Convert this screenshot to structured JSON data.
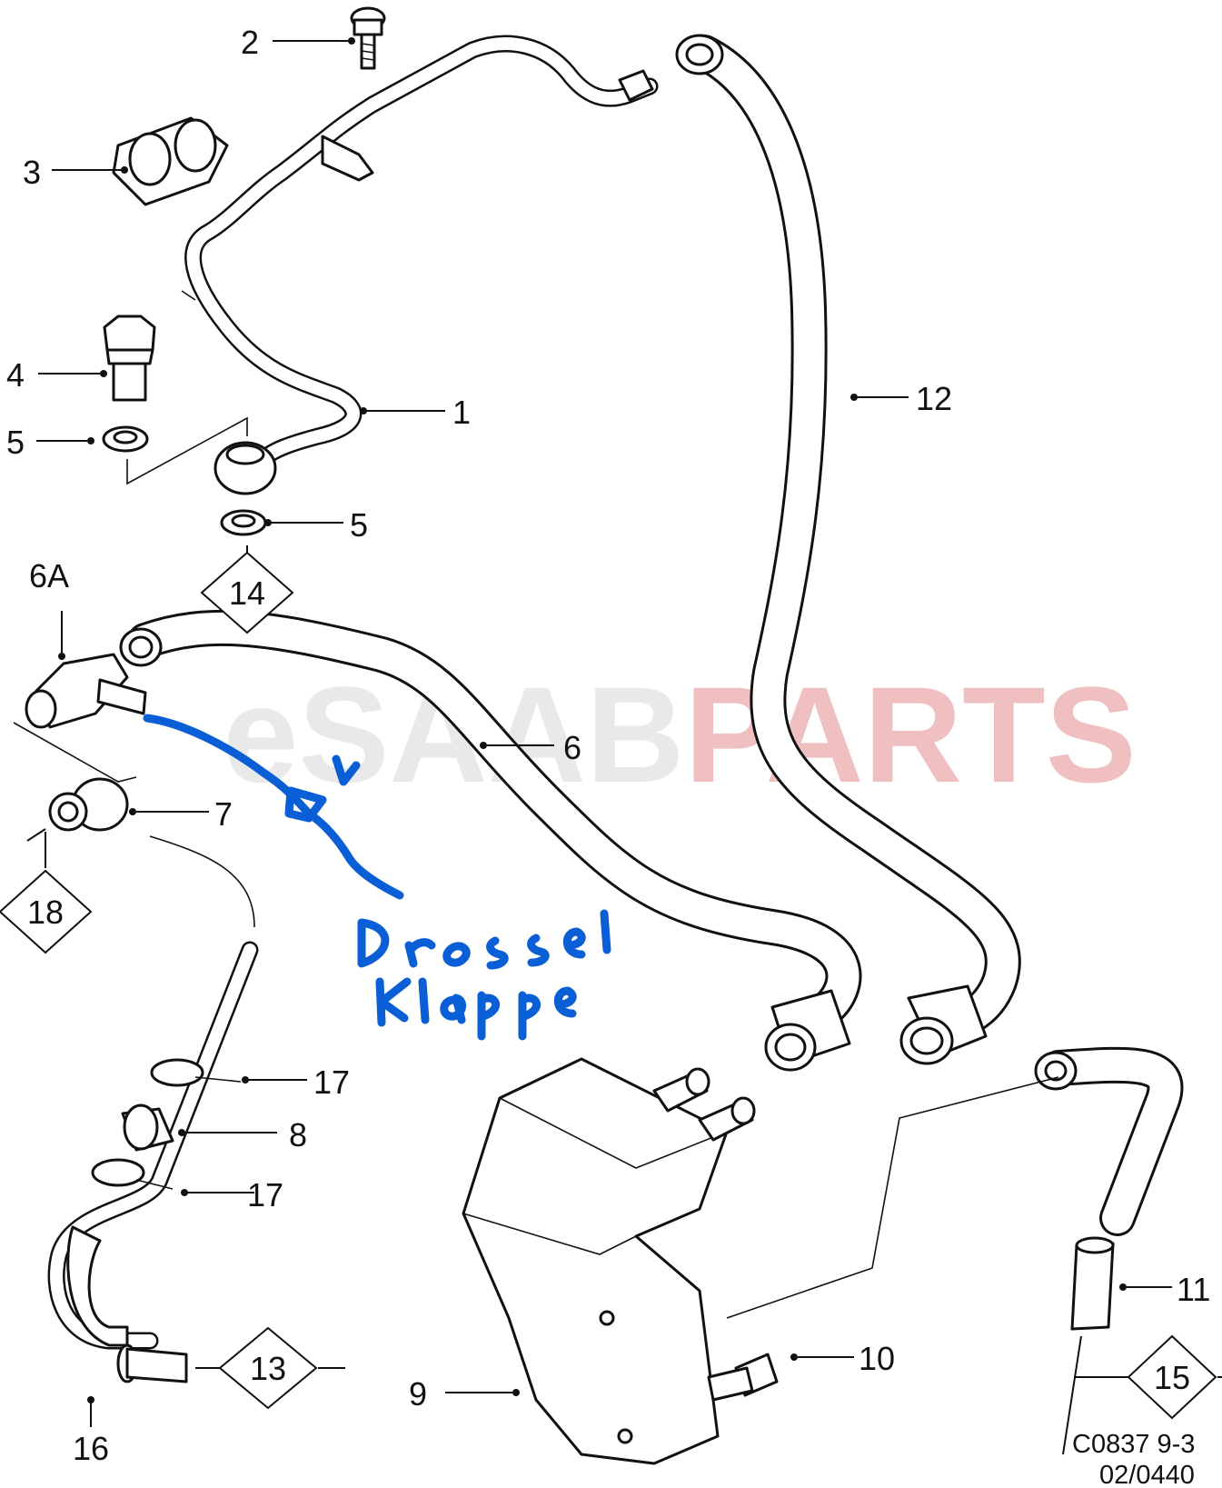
{
  "watermark": {
    "prefix": "eSAAB",
    "suffix": "PARTS",
    "prefix_color": "#bdbdbd",
    "suffix_color": "#d23b3b"
  },
  "callouts": {
    "c1": "1",
    "c2": "2",
    "c3": "3",
    "c4": "4",
    "c5a": "5",
    "c5b": "5",
    "c6": "6",
    "c6a": "6A",
    "c7": "7",
    "c8": "8",
    "c9": "9",
    "c10": "10",
    "c11": "11",
    "c12": "12",
    "c16": "16",
    "c17a": "17",
    "c17b": "17"
  },
  "references": {
    "r13": "13",
    "r14": "14",
    "r15": "15",
    "r18": "18"
  },
  "drawing_code": {
    "line1": "C0837 9-3",
    "line2": "02/0440"
  },
  "handwriting": {
    "ink_color": "#0a5fd6",
    "note": "Drossel Klappe",
    "mark": "v"
  }
}
